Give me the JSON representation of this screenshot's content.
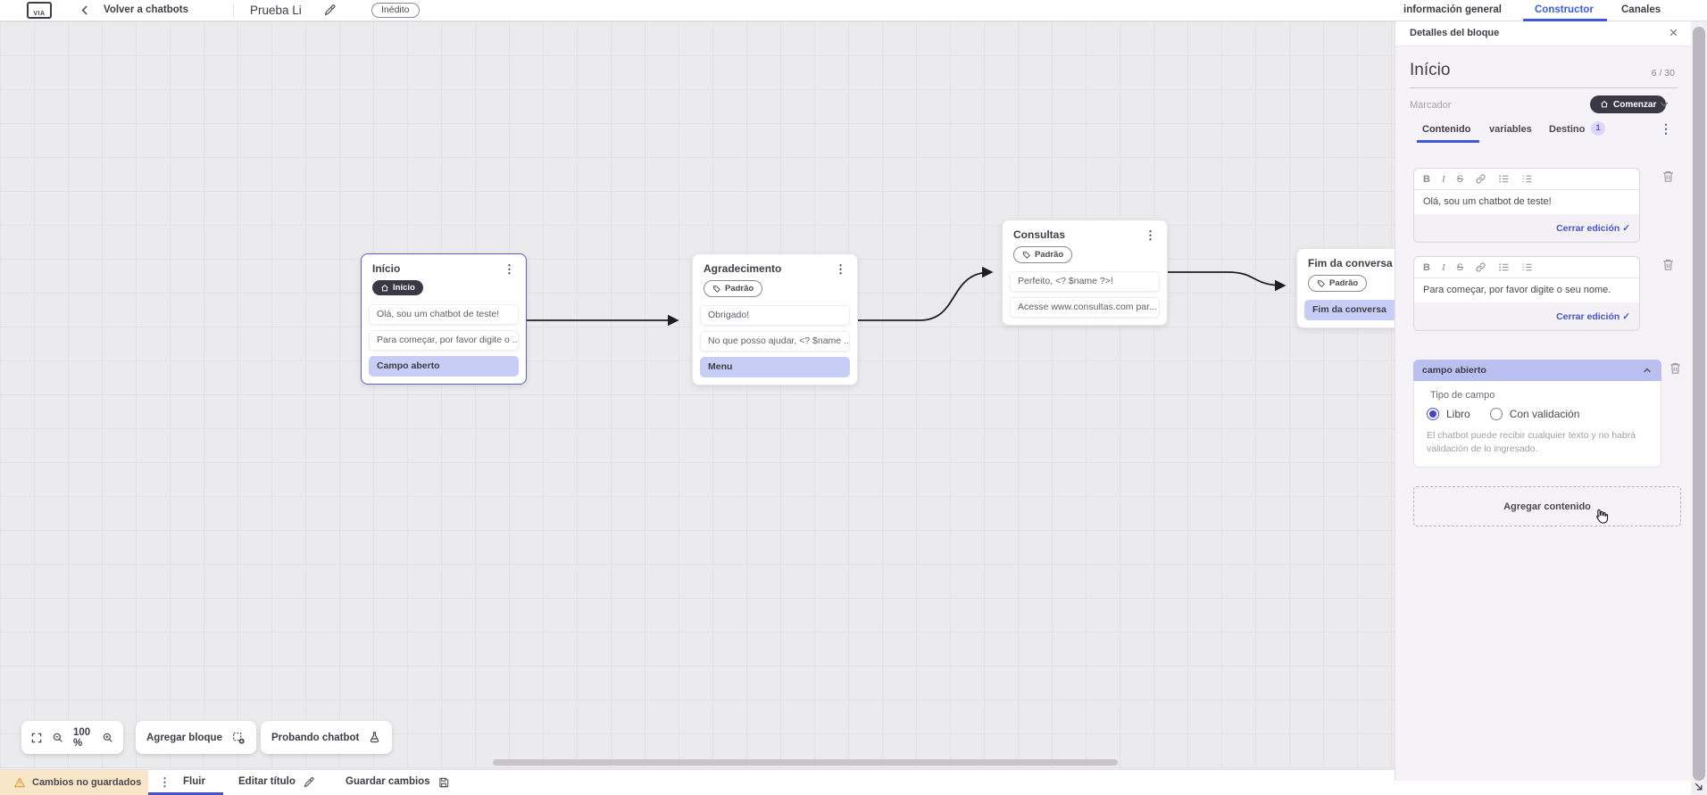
{
  "colors": {
    "accent_blue": "#3b5bdb",
    "accent_indigo": "#4653c5",
    "highlight_row": "#c7cdf4",
    "dark_badge": "#3a3844",
    "warning_bg": "#f9e6c8"
  },
  "topbar": {
    "logo_text": "VIA",
    "back_label": "Volver a chatbots",
    "title": "Prueba Li",
    "status_badge": "Inédito",
    "tabs": [
      {
        "label": "información general",
        "active": false
      },
      {
        "label": "Constructor",
        "active": true
      },
      {
        "label": "Canales",
        "active": false
      }
    ]
  },
  "panel": {
    "header": "Detalles del bloque",
    "block_name": "Início",
    "char_counter": "6 / 30",
    "marker_placeholder": "Marcador",
    "marker_badge_label": "Comenzar",
    "tabs": {
      "contenido": "Contenido",
      "variables": "variables",
      "destino": "Destino",
      "destino_badge": "1"
    },
    "editors": [
      {
        "text": "Olá, sou um chatbot de teste!",
        "close_label": "Cerrar edición"
      },
      {
        "text": "Para começar, por favor digite o seu nome.",
        "close_label": "Cerrar edición"
      }
    ],
    "open_field": {
      "header": "campo abierto",
      "type_label": "Tipo de campo",
      "option_free": "Libro",
      "option_validated": "Con validación",
      "help_text": "El chatbot puede recibir cualquier texto y no habrá validación de lo ingresado."
    },
    "add_content_label": "Agregar contenido"
  },
  "canvas": {
    "nodes": [
      {
        "title": "Início",
        "badge_label": "Início",
        "items": [
          {
            "text": "Olá, sou um chatbot de teste!"
          },
          {
            "text": "Para começar, por favor digite o ..."
          },
          {
            "text": "Campo aberto",
            "highlight": true
          }
        ]
      },
      {
        "title": "Agradecimento",
        "badge_label": "Padrão",
        "items": [
          {
            "text": "Obrigado!"
          },
          {
            "text": "No que posso ajudar, <? $name ..."
          },
          {
            "text": "Menu",
            "highlight": true
          }
        ]
      },
      {
        "title": "Consultas",
        "badge_label": "Padrão",
        "items": [
          {
            "text": "Perfeito, <? $name ?>!"
          },
          {
            "text": "Acesse www.consultas.com par..."
          }
        ]
      },
      {
        "title": "Fim da conversa",
        "badge_label": "Padrão",
        "items": [
          {
            "text": "Fim da conversa",
            "highlight": true
          }
        ]
      }
    ],
    "controls": {
      "zoom_level": "100 %",
      "add_block_label": "Agregar bloque",
      "test_label": "Probando chatbot"
    }
  },
  "bottombar": {
    "unsaved_label": "Cambios no guardados",
    "flow_tab_label": "Fluir",
    "edit_title_label": "Editar título",
    "save_label": "Guardar cambios"
  }
}
